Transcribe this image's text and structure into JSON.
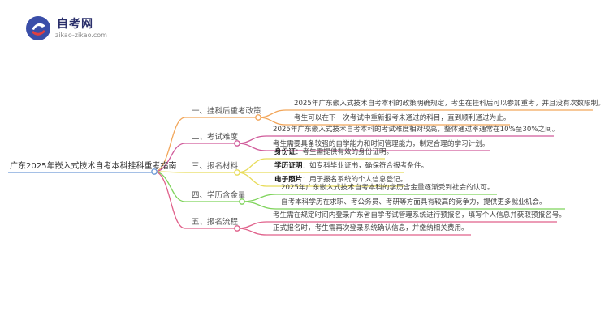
{
  "logo": {
    "name": "自考网",
    "url": "zikao-zikao.com"
  },
  "root": {
    "label": "广东2025年嵌入式技术自考本科挂科重考指南"
  },
  "colors": {
    "b1": "#f2a65a",
    "b2": "#d05a9a",
    "b3": "#e8dc5a",
    "b4": "#7ed35a",
    "b5": "#e0608a"
  },
  "branches": [
    {
      "label": "一、挂科后重考政策",
      "leaves": [
        {
          "text": "2025年广东嵌入式技术自考本科的政策明确规定，考生在挂科后可以参加重考，并且没有次数限制。"
        },
        {
          "text": "考生可以在下一次考试中重新报考未通过的科目，直到顺利通过为止。"
        }
      ]
    },
    {
      "label": "二、考试难度",
      "leaves": [
        {
          "text": "2025年广东嵌入式技术自考本科的考试难度相对较高，整体通过率通常在10%至30%之间。"
        },
        {
          "text": "考生需要具备较强的自学能力和时间管理能力，制定合理的学习计划。"
        }
      ]
    },
    {
      "label": "三、报名材料",
      "leaves": [
        {
          "key": "身份证",
          "text": "：考生需提供有效的身份证明。"
        },
        {
          "key": "学历证明",
          "text": "：如专科毕业证书，确保符合报考条件。"
        },
        {
          "key": "电子照片",
          "text": "：用于报名系统的个人信息登记。"
        }
      ]
    },
    {
      "label": "四、学历含金量",
      "leaves": [
        {
          "text": "2025年广东嵌入式技术自考本科的学历含金量逐渐受到社会的认可。"
        },
        {
          "text": "自考本科学历在求职、考公务员、考研等方面具有较高的竞争力，提供更多就业机会。"
        }
      ]
    },
    {
      "label": "五、报名流程",
      "leaves": [
        {
          "text": "考生需在规定时间内登录广东省自学考试管理系统进行预报名，填写个人信息并获取预报名号。"
        },
        {
          "text": "正式报名时，考生需再次登录系统确认信息，并缴纳相关费用。"
        }
      ]
    }
  ]
}
